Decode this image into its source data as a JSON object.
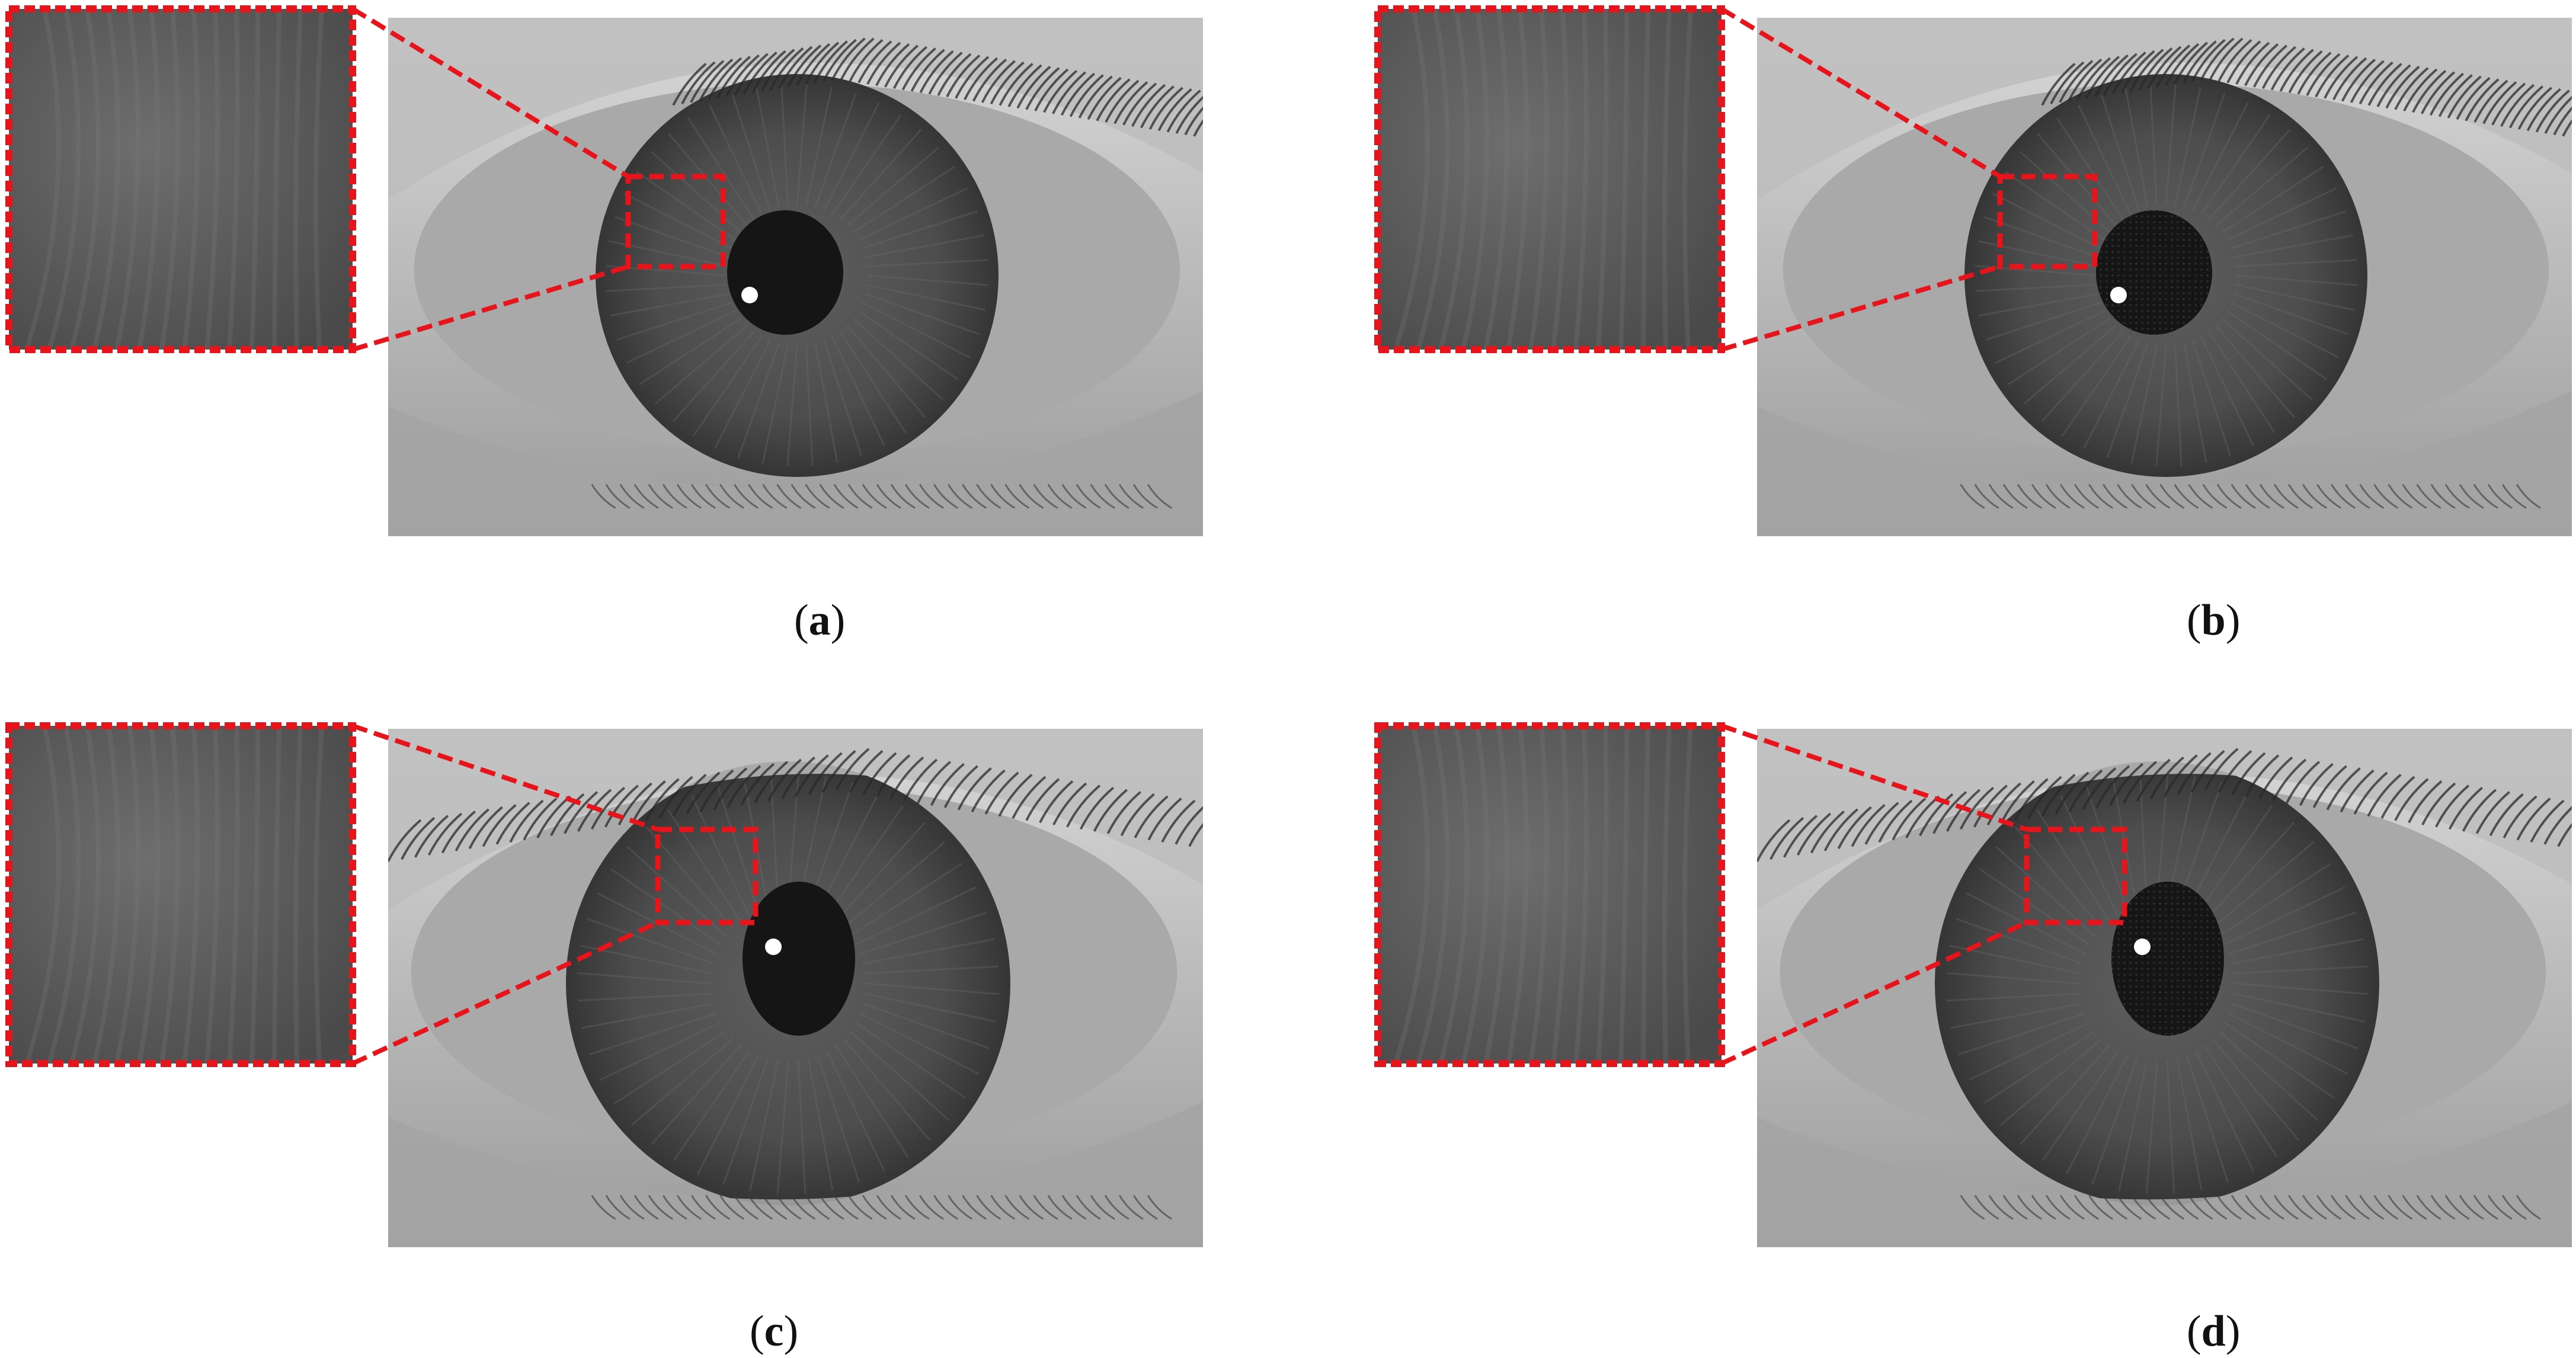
{
  "panels": [
    {
      "id": "a",
      "label": "a",
      "variant": "original",
      "pupil_texture": false,
      "eyelashes": "top-left"
    },
    {
      "id": "b",
      "label": "b",
      "variant": "reconstructed",
      "pupil_texture": true,
      "eyelashes": "top-left"
    },
    {
      "id": "c",
      "label": "c",
      "variant": "original",
      "pupil_texture": false,
      "eyelashes": "top-full"
    },
    {
      "id": "d",
      "label": "d",
      "variant": "reconstructed",
      "pupil_texture": true,
      "eyelashes": "top-full"
    }
  ],
  "colors": {
    "highlight": "#e8141c",
    "skin": "#b7b7b7",
    "sclera": "#a9a9a9",
    "iris": "#4d4d4d",
    "pupil": "#151515",
    "background": "#ffffff"
  }
}
